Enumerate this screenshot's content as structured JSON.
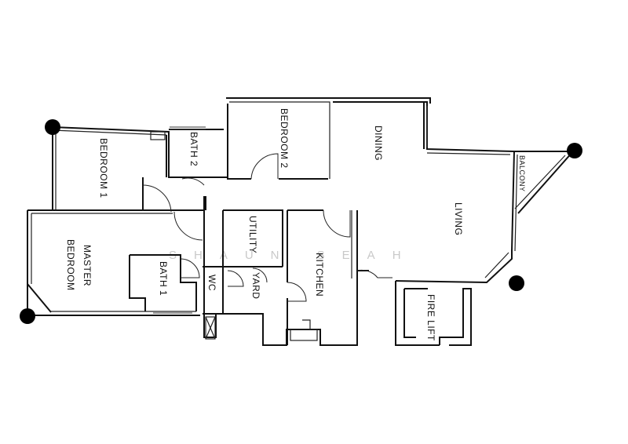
{
  "watermark": "SHAUN SEAH",
  "rooms": {
    "bedroom1": "BEDROOM 1",
    "bath2": "BATH 2",
    "bedroom2": "BEDROOM 2",
    "dining": "DINING",
    "balcony": "BALCONY",
    "living": "LIVING",
    "master_bedroom_line1": "MASTER",
    "master_bedroom_line2": "BEDROOM",
    "bath1": "BATH 1",
    "wc": "WC",
    "utility": "UTILITY",
    "yard": "YARD",
    "kitchen": "KITCHEN",
    "fire_lift": "FIRE LIFT"
  },
  "colors": {
    "wall": "#111111",
    "marker": "#000000",
    "watermark": "#c9c9c9"
  }
}
